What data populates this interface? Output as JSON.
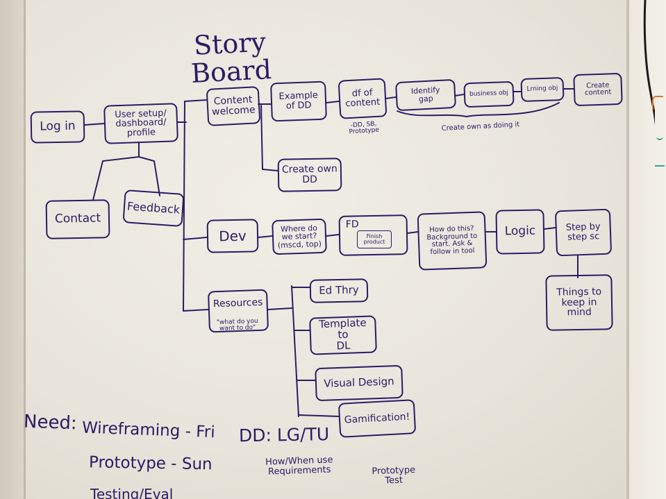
{
  "title": "Story Board",
  "nodes": {
    "login": "Log in",
    "user_setup": "User setup/\ndashboard/\nprofile",
    "contact": "Contact",
    "feedback": "Feedback",
    "content_welcome": "Content\nwelcome",
    "example_dd": "Example\nof DD",
    "df_content": "df of\ncontent",
    "df_note": "-DD, SB,\nPrototype",
    "identify_gap": "Identify\ngap",
    "business_obj": "business obj",
    "learning_obj": "Lrning obj",
    "create_content": "Create\ncontent",
    "create_own_note": "Create own as doing it",
    "create_own_dd": "Create own\nDD",
    "dev": "Dev",
    "where_start": "Where do\nwe start?\n(mscd, top)",
    "fd": "FD",
    "finish_product": "Finish\nproduct",
    "how_do_this": "How do this?\nBackground to\nstart. Ask &\nfollow in tool",
    "logic": "Logic",
    "step_by_step": "Step by\nstep sc",
    "things_in_mind": "Things to\nkeep in\nmind",
    "resources": "Resources",
    "resources_note": "\"what do you\nwant to do\"",
    "ed_theory": "Ed Thry",
    "template_dl": "Template to\nDL",
    "visual_design": "Visual Design",
    "gamification": "Gamification!"
  },
  "notes": {
    "need_label": "Need:",
    "need_1": "Wireframing - Fri",
    "need_2": "Prototype - Sun",
    "need_3": "Testing/Eval",
    "dd_line": "DD: LG/TU",
    "how_when": "How/When use\nRequirements",
    "prototype_test": "Prototype\nTest"
  },
  "colors": {
    "ink": "#2d1a64",
    "board": "#ece8df",
    "cable": "#1a1a1a",
    "marker_orange": "#e0782a",
    "marker_green": "#2e9a57",
    "marker_teal": "#2aa79a"
  }
}
